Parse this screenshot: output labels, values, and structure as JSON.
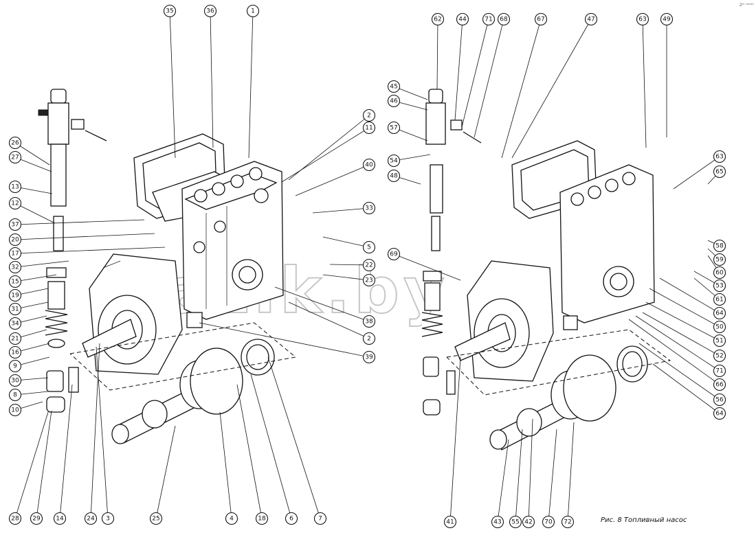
{
  "figure": {
    "caption": "Рис. 8 Топливный насос",
    "corner_mark": "2ᵐ ᵐᵐᵐ",
    "watermark_text": "mazik.by"
  },
  "callouts": {
    "left": [
      "35",
      "36",
      "1",
      "2",
      "11",
      "40",
      "33",
      "5",
      "22",
      "23",
      "38",
      "2",
      "39",
      "26",
      "27",
      "13",
      "12",
      "37",
      "20",
      "17",
      "32",
      "15",
      "19",
      "31",
      "34",
      "21",
      "16",
      "9",
      "30",
      "8",
      "10",
      "28",
      "29",
      "14",
      "24",
      "3",
      "25",
      "4",
      "18",
      "6",
      "7"
    ],
    "right": [
      "62",
      "44",
      "71",
      "68",
      "67",
      "47",
      "63",
      "49",
      "45",
      "46",
      "57",
      "54",
      "48",
      "63",
      "65",
      "69",
      "58",
      "59",
      "60",
      "53",
      "61",
      "64",
      "50",
      "51",
      "52",
      "71",
      "66",
      "56",
      "64",
      "41",
      "43",
      "55",
      "42",
      "70",
      "72"
    ]
  }
}
